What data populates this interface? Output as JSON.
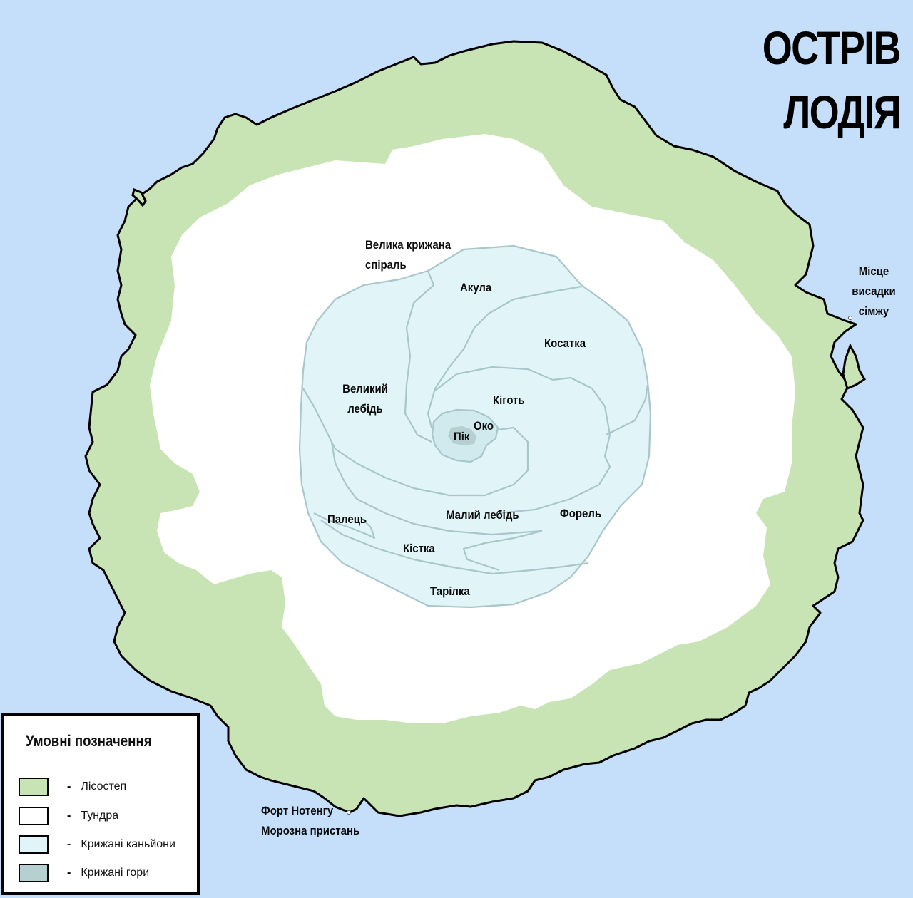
{
  "title": "ОСТРІВ ЛОДІЯ",
  "colors": {
    "sea": "#c5dffb",
    "forest_steppe": "#c9e4b4",
    "tundra": "#ffffff",
    "ice_canyons": "#e1f4f8",
    "ice_mountains": "#b6cfd1",
    "canyon_border": "#a9c7cb",
    "coastline": "#000000"
  },
  "regions": [
    {
      "id": "velyka-kryzhana-spiral",
      "label_line1": "Велика крижана",
      "label_line2": "спіраль"
    },
    {
      "id": "akula",
      "label": "Акула"
    },
    {
      "id": "kosatka",
      "label": "Косатка"
    },
    {
      "id": "velykyi-lebid",
      "label_line1": "Великий",
      "label_line2": "лебідь"
    },
    {
      "id": "kihot",
      "label": "Кіготь"
    },
    {
      "id": "oko",
      "label": "Око"
    },
    {
      "id": "pik",
      "label": "Пік"
    },
    {
      "id": "palets",
      "label": "Палець"
    },
    {
      "id": "malyi-lebid",
      "label": "Малий лебідь"
    },
    {
      "id": "forel",
      "label": "Форель"
    },
    {
      "id": "kistka",
      "label": "Кістка"
    },
    {
      "id": "tarilka",
      "label": "Тарілка"
    }
  ],
  "places": {
    "landing_site": {
      "line1": "Місце",
      "line2": "висадки",
      "line3": "сімжу"
    },
    "fort": {
      "line1": "Форт Нотенгу",
      "line2": "Морозна пристань"
    }
  },
  "legend": {
    "title": "Умовні позначення",
    "items": [
      {
        "label": "Лісостеп",
        "color": "#c9e4b4",
        "dash": "-"
      },
      {
        "label": "Тундра",
        "color": "#ffffff",
        "dash": "-"
      },
      {
        "label": "Крижані каньйони",
        "color": "#e1f4f8",
        "dash": "-"
      },
      {
        "label": "Крижані гори",
        "color": "#b6cfd1",
        "dash": "-"
      }
    ]
  }
}
